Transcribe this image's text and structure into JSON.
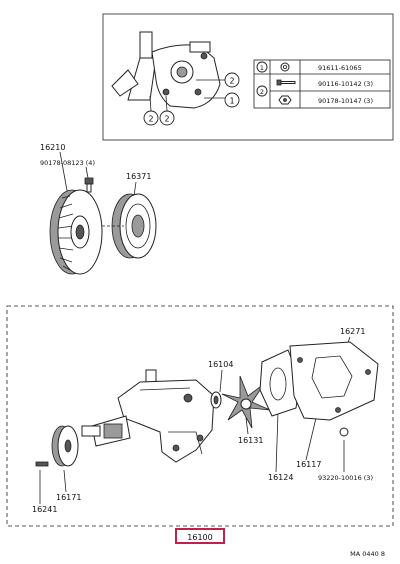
{
  "top_table": {
    "rows": [
      {
        "ref": "1",
        "items": [
          {
            "part_no": "91611-61065"
          }
        ]
      },
      {
        "ref": "2",
        "items": [
          {
            "part_no": "90116-10142 (3)"
          },
          {
            "part_no": "90178-10147 (3)"
          }
        ]
      }
    ]
  },
  "callouts": {
    "c1": "1",
    "c2": "2"
  },
  "fan": {
    "label_16210": "16210",
    "label_bolt": "90178-08123 (4)",
    "label_16371": "16371"
  },
  "pump": {
    "label_16271": "16271",
    "label_16104": "16104",
    "label_16131": "16131",
    "label_16124": "16124",
    "label_16117": "16117",
    "label_screw": "93220-10016 (3)",
    "label_16171": "16171",
    "label_16241": "16241",
    "assembly": "16100"
  },
  "footer": {
    "code": "MA  0440 8"
  }
}
